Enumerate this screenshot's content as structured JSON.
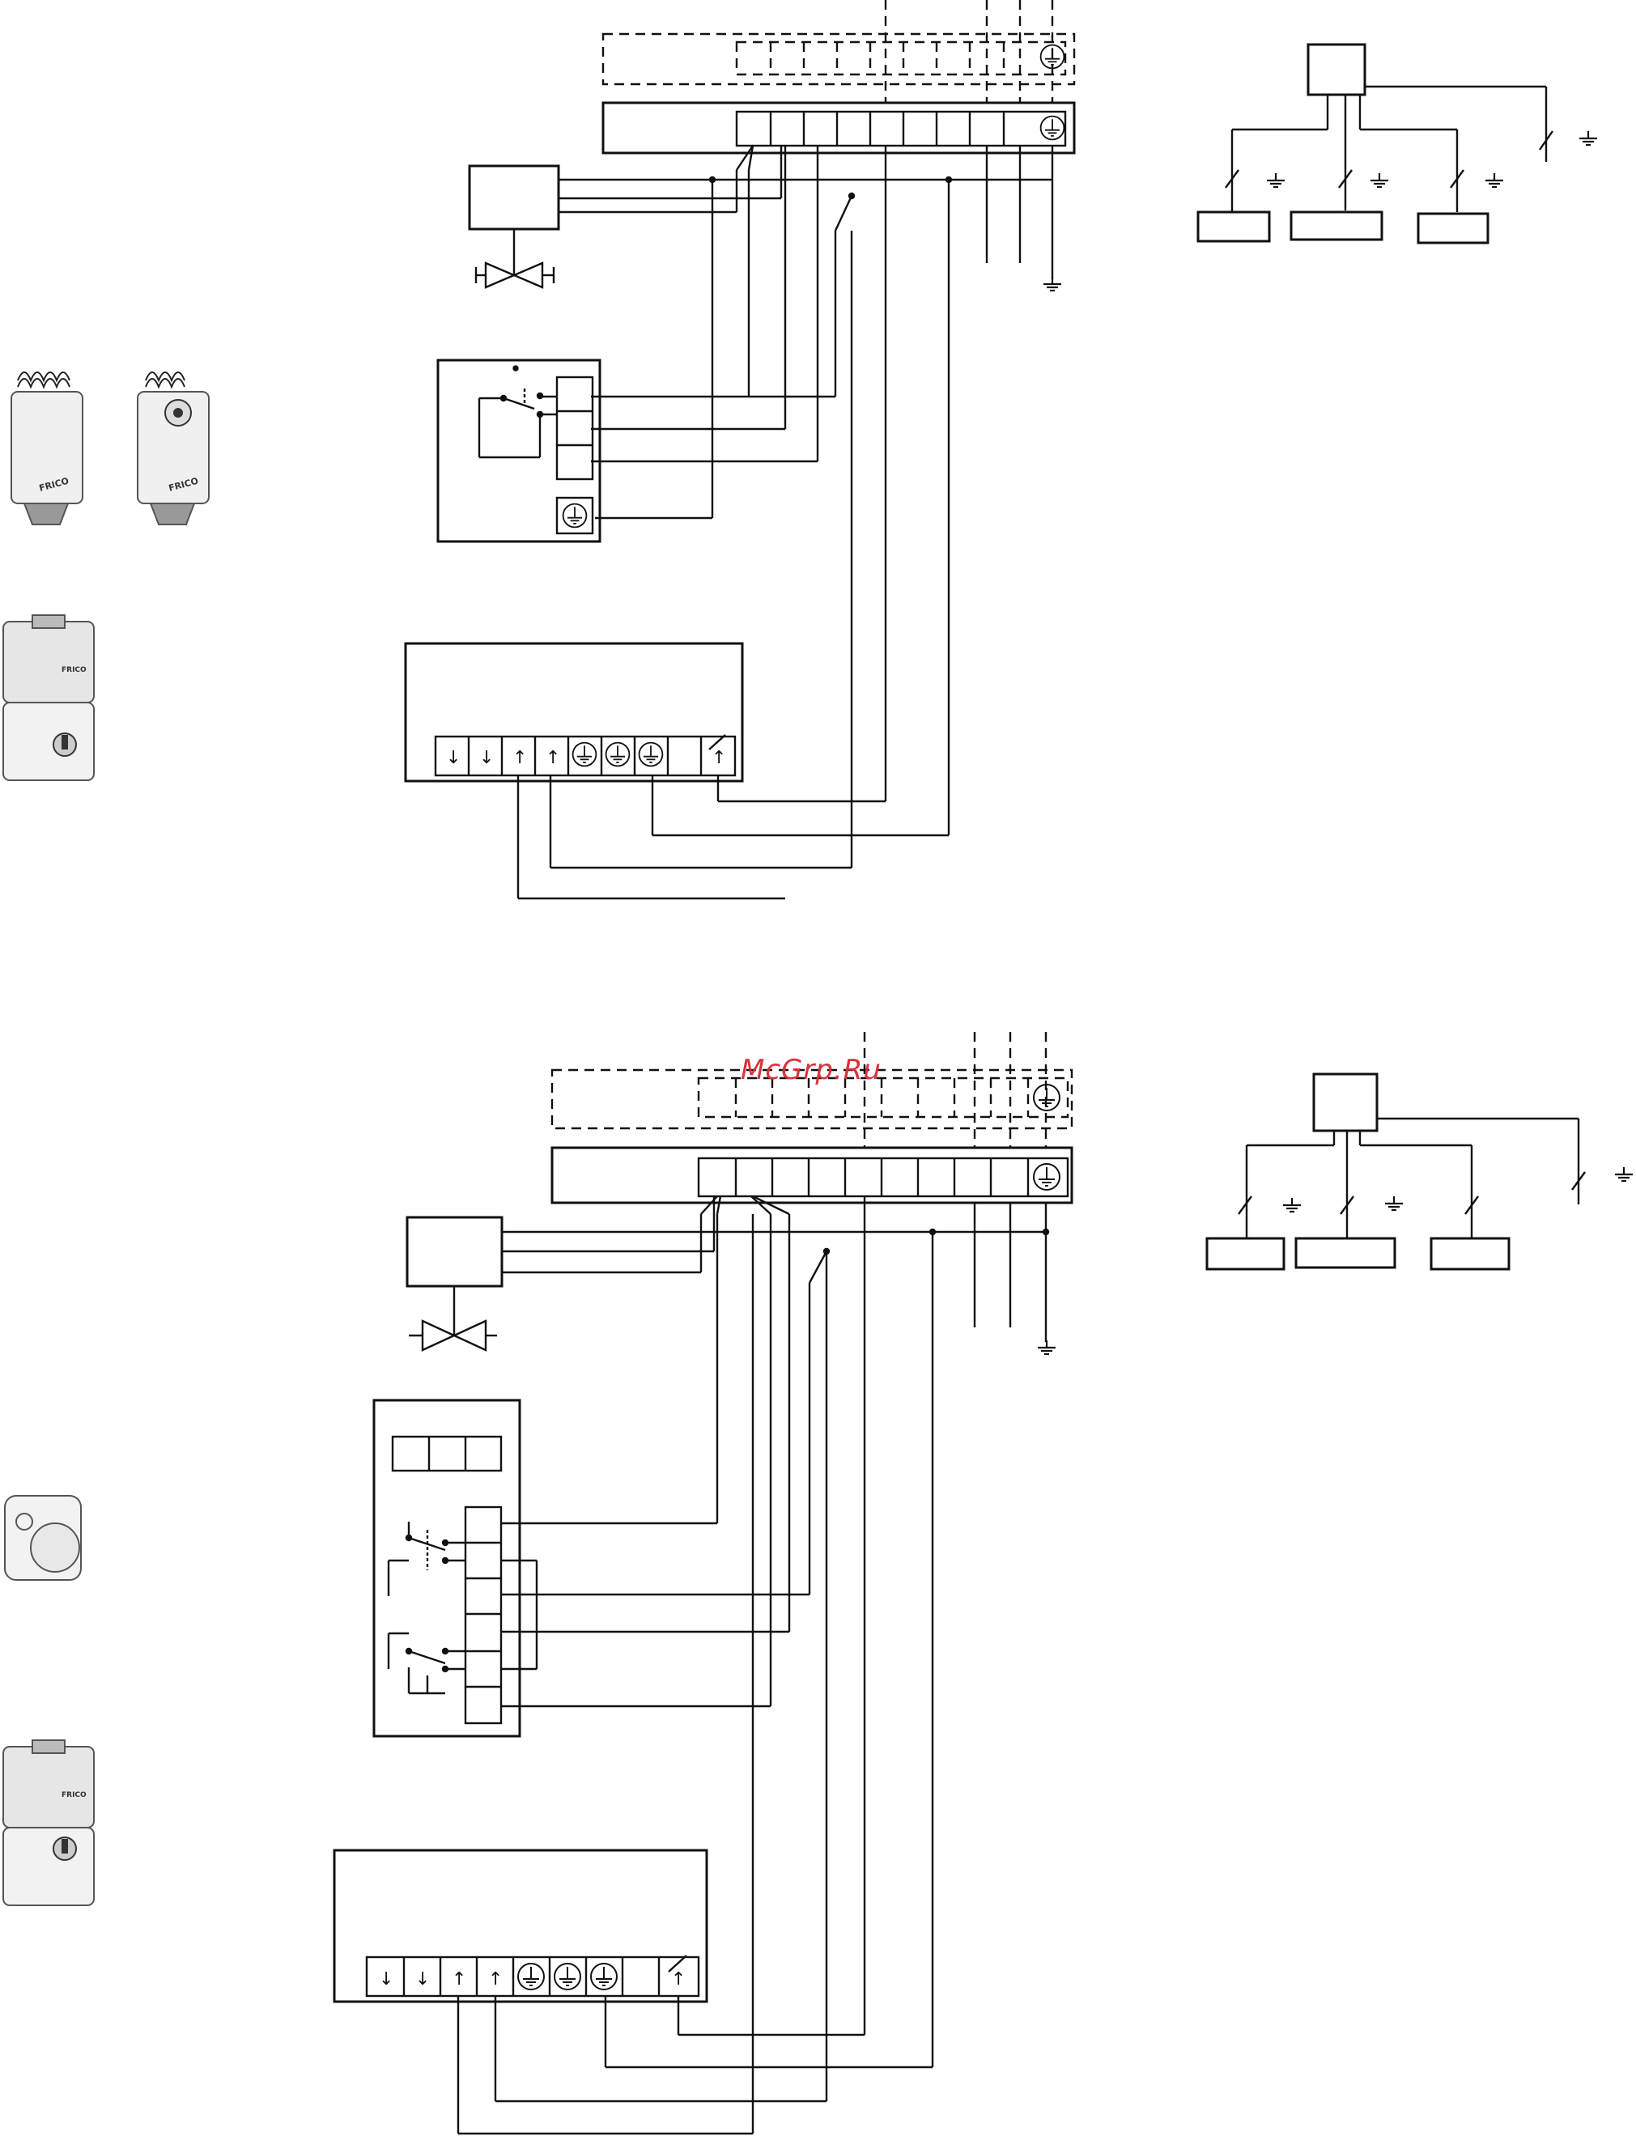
{
  "watermark": {
    "text": "McGrp.Ru",
    "color": "#d9333b"
  },
  "device_photos": {
    "top": [
      "capillary-thermostat-plain",
      "capillary-thermostat-dial",
      "damper-actuator"
    ],
    "bottom": [
      "room-thermostat",
      "damper-actuator"
    ],
    "brand_mark": "FRICO"
  },
  "symbols": {
    "down_arrow": "↓",
    "up_arrow": "↑"
  },
  "colors": {
    "line": "#111111",
    "device": "#cfcfcf"
  }
}
